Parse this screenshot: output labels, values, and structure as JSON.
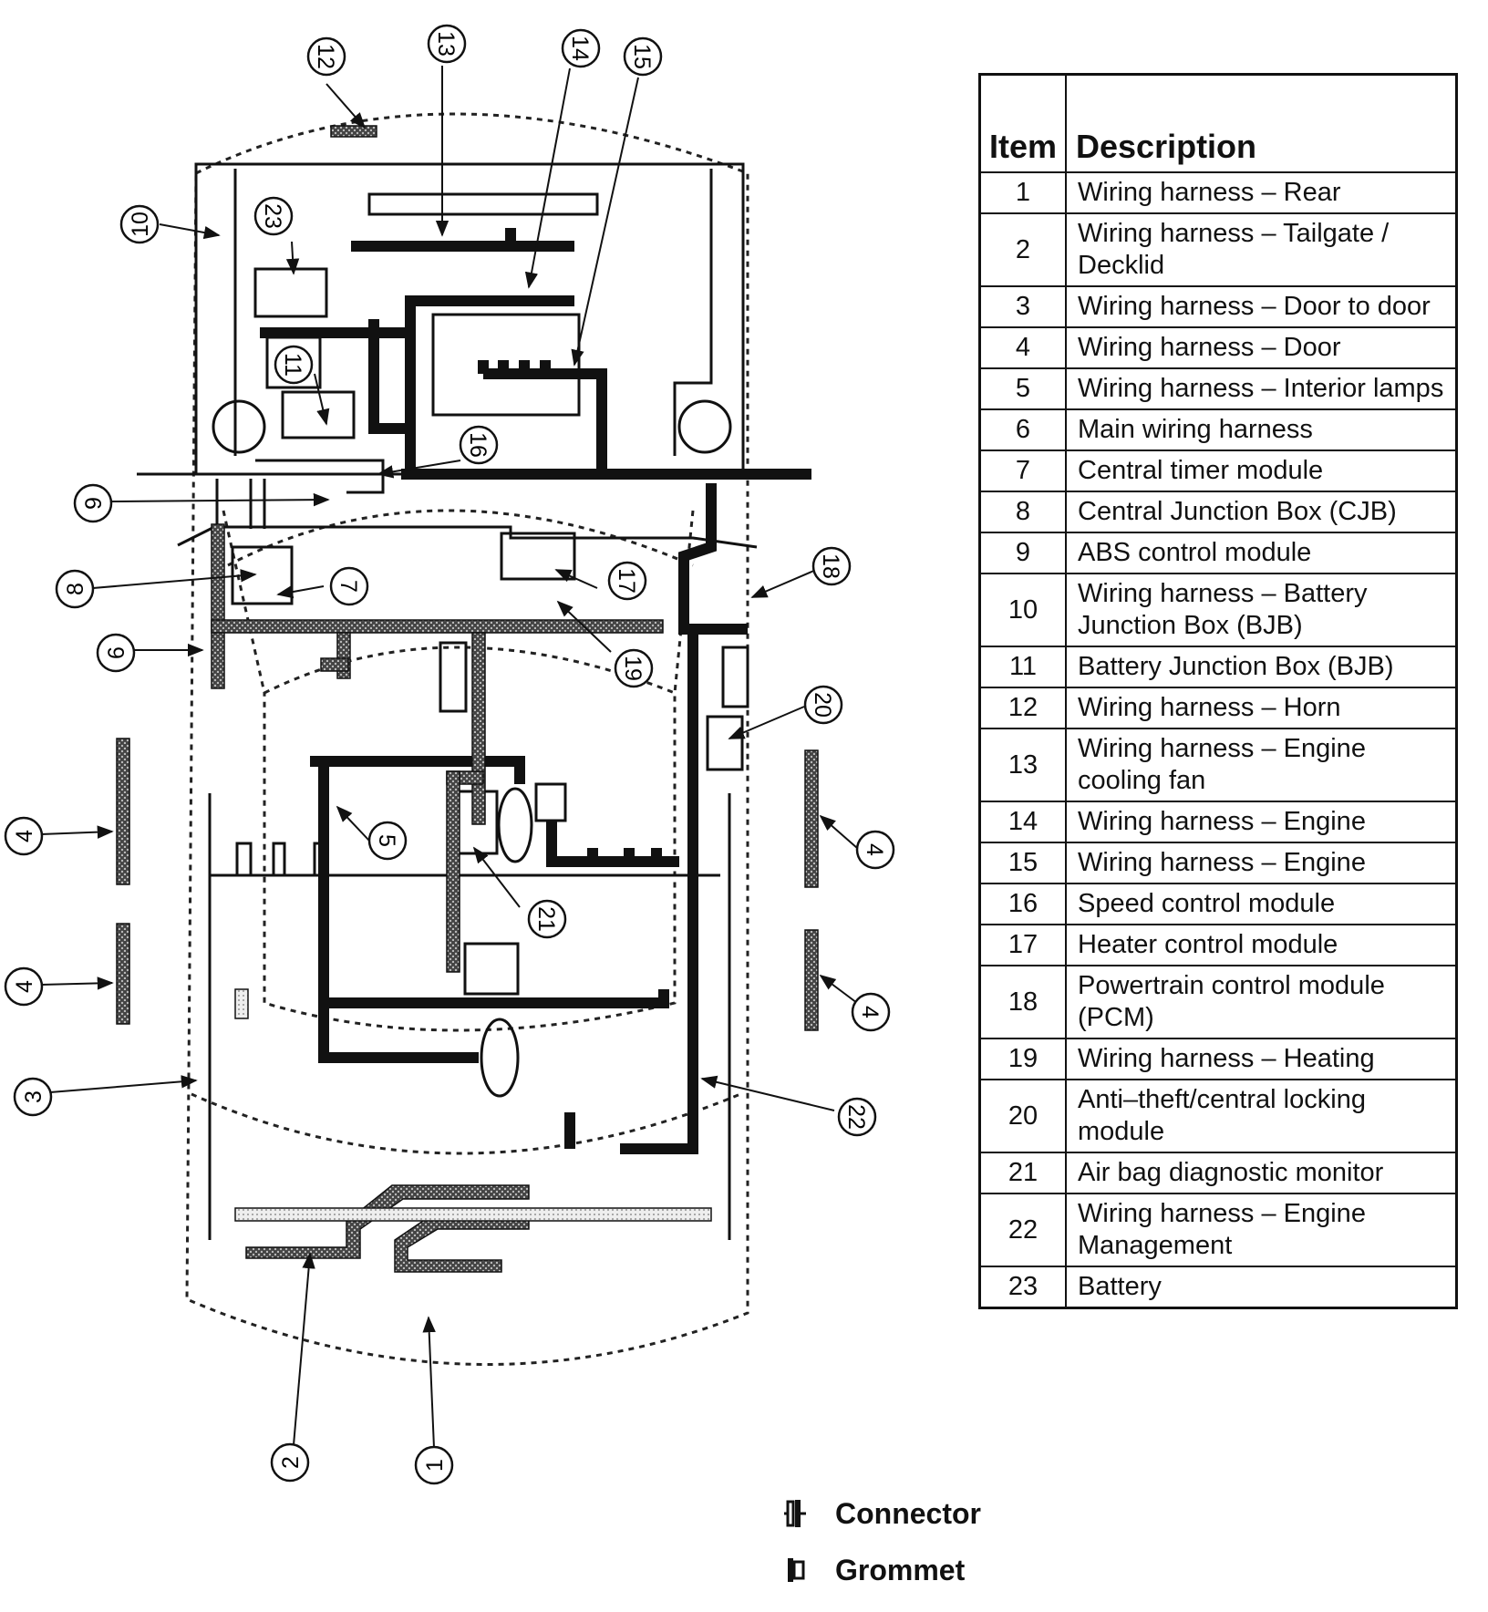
{
  "table": {
    "header_item": "Item",
    "header_description": "Description",
    "rows": [
      {
        "num": "1",
        "desc": "Wiring harness – Rear"
      },
      {
        "num": "2",
        "desc": "Wiring harness – Tailgate / Decklid"
      },
      {
        "num": "3",
        "desc": "Wiring harness – Door to door"
      },
      {
        "num": "4",
        "desc": "Wiring harness – Door"
      },
      {
        "num": "5",
        "desc": "Wiring harness – Interior lamps"
      },
      {
        "num": "6",
        "desc": "Main wiring harness"
      },
      {
        "num": "7",
        "desc": "Central timer module"
      },
      {
        "num": "8",
        "desc": "Central Junction Box (CJB)"
      },
      {
        "num": "9",
        "desc": "ABS control module"
      },
      {
        "num": "10",
        "desc": "Wiring harness – Battery Junction Box (BJB)"
      },
      {
        "num": "11",
        "desc": "Battery Junction Box (BJB)"
      },
      {
        "num": "12",
        "desc": "Wiring harness – Horn"
      },
      {
        "num": "13",
        "desc": "Wiring harness – Engine cooling fan"
      },
      {
        "num": "14",
        "desc": "Wiring harness – Engine"
      },
      {
        "num": "15",
        "desc": "Wiring harness – Engine"
      },
      {
        "num": "16",
        "desc": "Speed control module"
      },
      {
        "num": "17",
        "desc": "Heater control module"
      },
      {
        "num": "18",
        "desc": "Powertrain control module (PCM)"
      },
      {
        "num": "19",
        "desc": "Wiring harness – Heating"
      },
      {
        "num": "20",
        "desc": "Anti–theft/central locking module"
      },
      {
        "num": "21",
        "desc": "Air bag diagnostic monitor"
      },
      {
        "num": "22",
        "desc": "Wiring harness – Engine Management"
      },
      {
        "num": "23",
        "desc": "Battery"
      }
    ]
  },
  "legend": {
    "connector_label": "Connector",
    "grommet_label": "Grommet"
  },
  "callouts": [
    {
      "id": "1",
      "label": "1",
      "rotation": -90
    },
    {
      "id": "2",
      "label": "2",
      "rotation": -90
    },
    {
      "id": "3",
      "label": "3",
      "rotation": -90
    },
    {
      "id": "4a",
      "label": "4",
      "rotation": -90
    },
    {
      "id": "4b",
      "label": "4",
      "rotation": -90
    },
    {
      "id": "4c",
      "label": "4",
      "rotation": 90
    },
    {
      "id": "4d",
      "label": "4",
      "rotation": 90
    },
    {
      "id": "5",
      "label": "5",
      "rotation": 90
    },
    {
      "id": "6",
      "label": "6",
      "rotation": -90
    },
    {
      "id": "7",
      "label": "7",
      "rotation": 90
    },
    {
      "id": "8",
      "label": "8",
      "rotation": -90
    },
    {
      "id": "9",
      "label": "9",
      "rotation": -90
    },
    {
      "id": "10",
      "label": "10",
      "rotation": -90
    },
    {
      "id": "11",
      "label": "11",
      "rotation": 90
    },
    {
      "id": "12",
      "label": "12",
      "rotation": 90
    },
    {
      "id": "13",
      "label": "13",
      "rotation": 90
    },
    {
      "id": "14",
      "label": "14",
      "rotation": 90
    },
    {
      "id": "15",
      "label": "15",
      "rotation": 90
    },
    {
      "id": "16",
      "label": "16",
      "rotation": 90
    },
    {
      "id": "17",
      "label": "17",
      "rotation": 90
    },
    {
      "id": "18",
      "label": "18",
      "rotation": 90
    },
    {
      "id": "19",
      "label": "19",
      "rotation": 90
    },
    {
      "id": "20",
      "label": "20",
      "rotation": 90
    },
    {
      "id": "21",
      "label": "21",
      "rotation": 90
    },
    {
      "id": "22",
      "label": "22",
      "rotation": 90
    },
    {
      "id": "23",
      "label": "23",
      "rotation": 90
    }
  ]
}
